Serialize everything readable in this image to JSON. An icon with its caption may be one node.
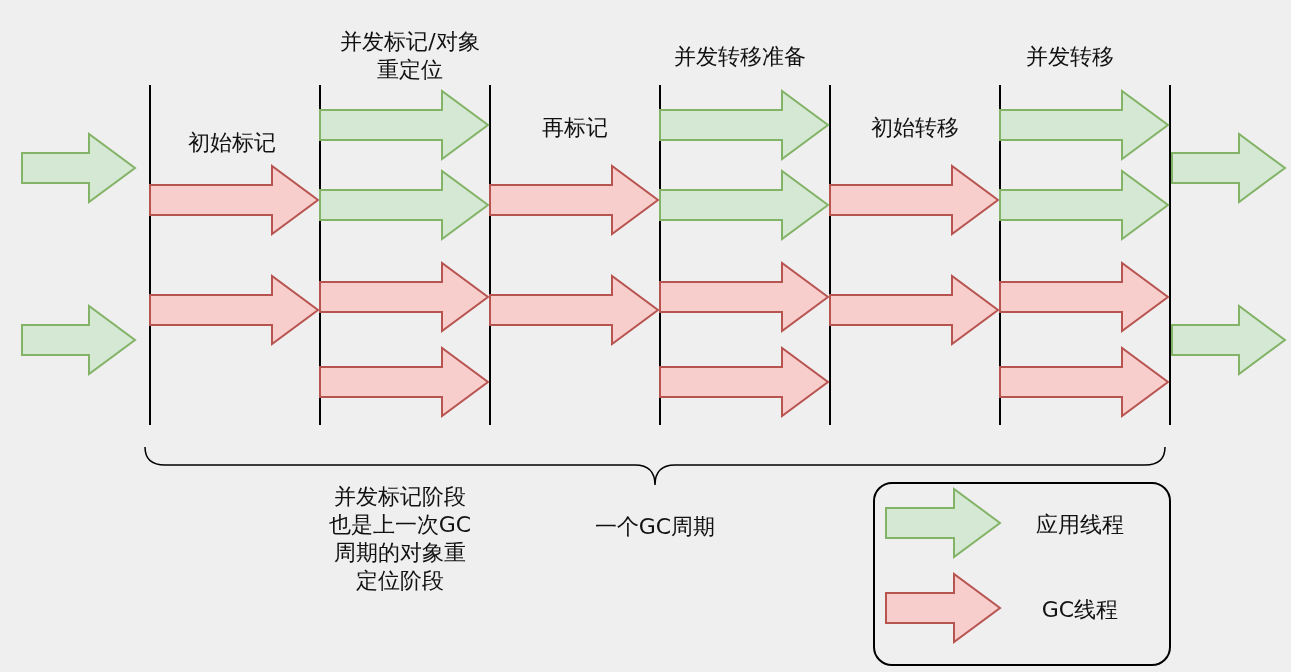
{
  "diagram": {
    "labels": [
      "并发标记/对象重定位",
      "并发转移准备",
      "并发转移",
      "初始标记",
      "再标记",
      "初始转移",
      "并发标记阶段也是上一次GC周期的对象重定位阶段",
      "一个GC周期"
    ],
    "legend": [
      {
        "text": "应用线程"
      },
      {
        "text": "GC线程"
      }
    ]
  }
}
